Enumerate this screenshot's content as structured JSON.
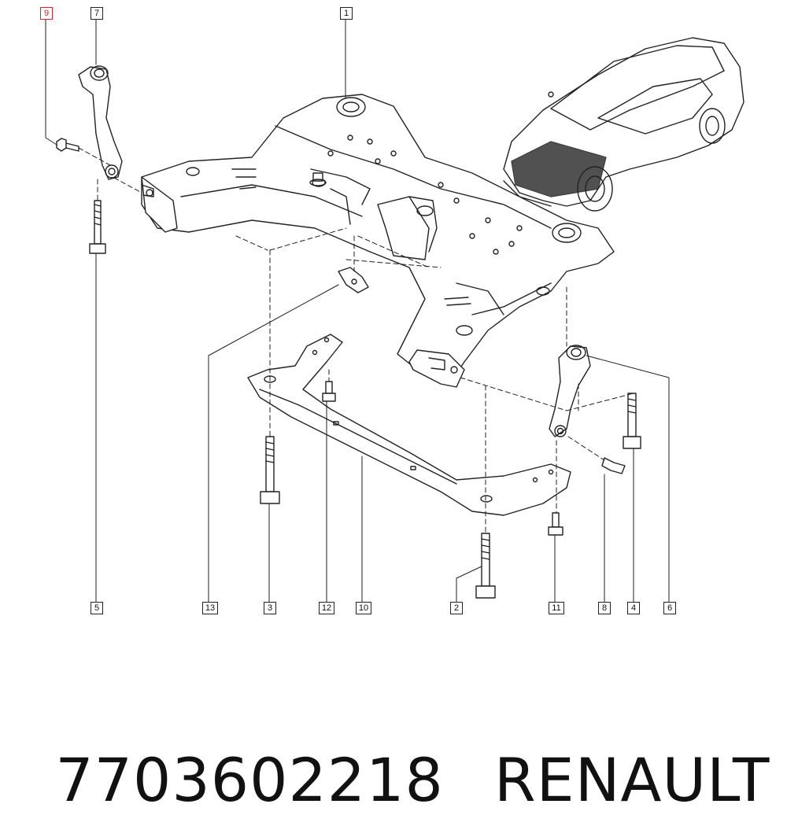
{
  "callouts": [
    {
      "label": "9",
      "highlight": true
    },
    {
      "label": "7",
      "highlight": false
    },
    {
      "label": "1",
      "highlight": false
    },
    {
      "label": "5",
      "highlight": false
    },
    {
      "label": "13",
      "highlight": false
    },
    {
      "label": "3",
      "highlight": false
    },
    {
      "label": "12",
      "highlight": false
    },
    {
      "label": "10",
      "highlight": false
    },
    {
      "label": "2",
      "highlight": false
    },
    {
      "label": "11",
      "highlight": false
    },
    {
      "label": "8",
      "highlight": false
    },
    {
      "label": "4",
      "highlight": false
    },
    {
      "label": "6",
      "highlight": false
    }
  ],
  "caption": {
    "part_number": "7703602218",
    "brand": "RENAULT"
  },
  "colors": {
    "line": "#222222",
    "highlight": "#e0202a",
    "fill": "#ffffff"
  }
}
